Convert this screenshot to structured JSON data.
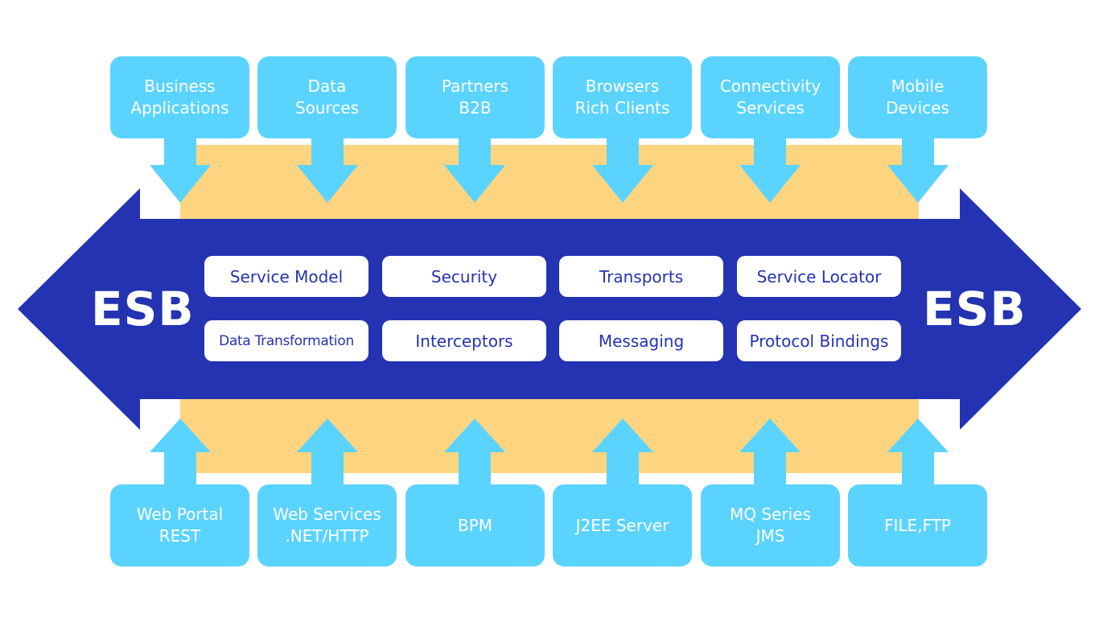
{
  "bus": {
    "left_label": "ESB",
    "right_label": "ESB",
    "color": "#2333b2",
    "band_color": "#fdd581"
  },
  "top_nodes": [
    {
      "line1": "Business",
      "line2": "Applications"
    },
    {
      "line1": "Data",
      "line2": "Sources"
    },
    {
      "line1": "Partners",
      "line2": "B2B"
    },
    {
      "line1": "Browsers",
      "line2": "Rich Clients"
    },
    {
      "line1": "Connectivity",
      "line2": "Services"
    },
    {
      "line1": "Mobile",
      "line2": "Devices"
    }
  ],
  "bottom_nodes": [
    {
      "line1": "Web Portal",
      "line2": "REST"
    },
    {
      "line1": "Web Services",
      "line2": ".NET/HTTP"
    },
    {
      "line1": "BPM",
      "line2": ""
    },
    {
      "line1": "J2EE Server",
      "line2": ""
    },
    {
      "line1": "MQ Series",
      "line2": "JMS"
    },
    {
      "line1": "FILE,FTP",
      "line2": ""
    }
  ],
  "services": {
    "row1": [
      "Service Model",
      "Security",
      "Transports",
      "Service Locator"
    ],
    "row2": [
      "Data Transformation",
      "Interceptors",
      "Messaging",
      "Protocol Bindings"
    ]
  },
  "colors": {
    "node": "#5bd3ff",
    "service_text": "#2333b2"
  }
}
